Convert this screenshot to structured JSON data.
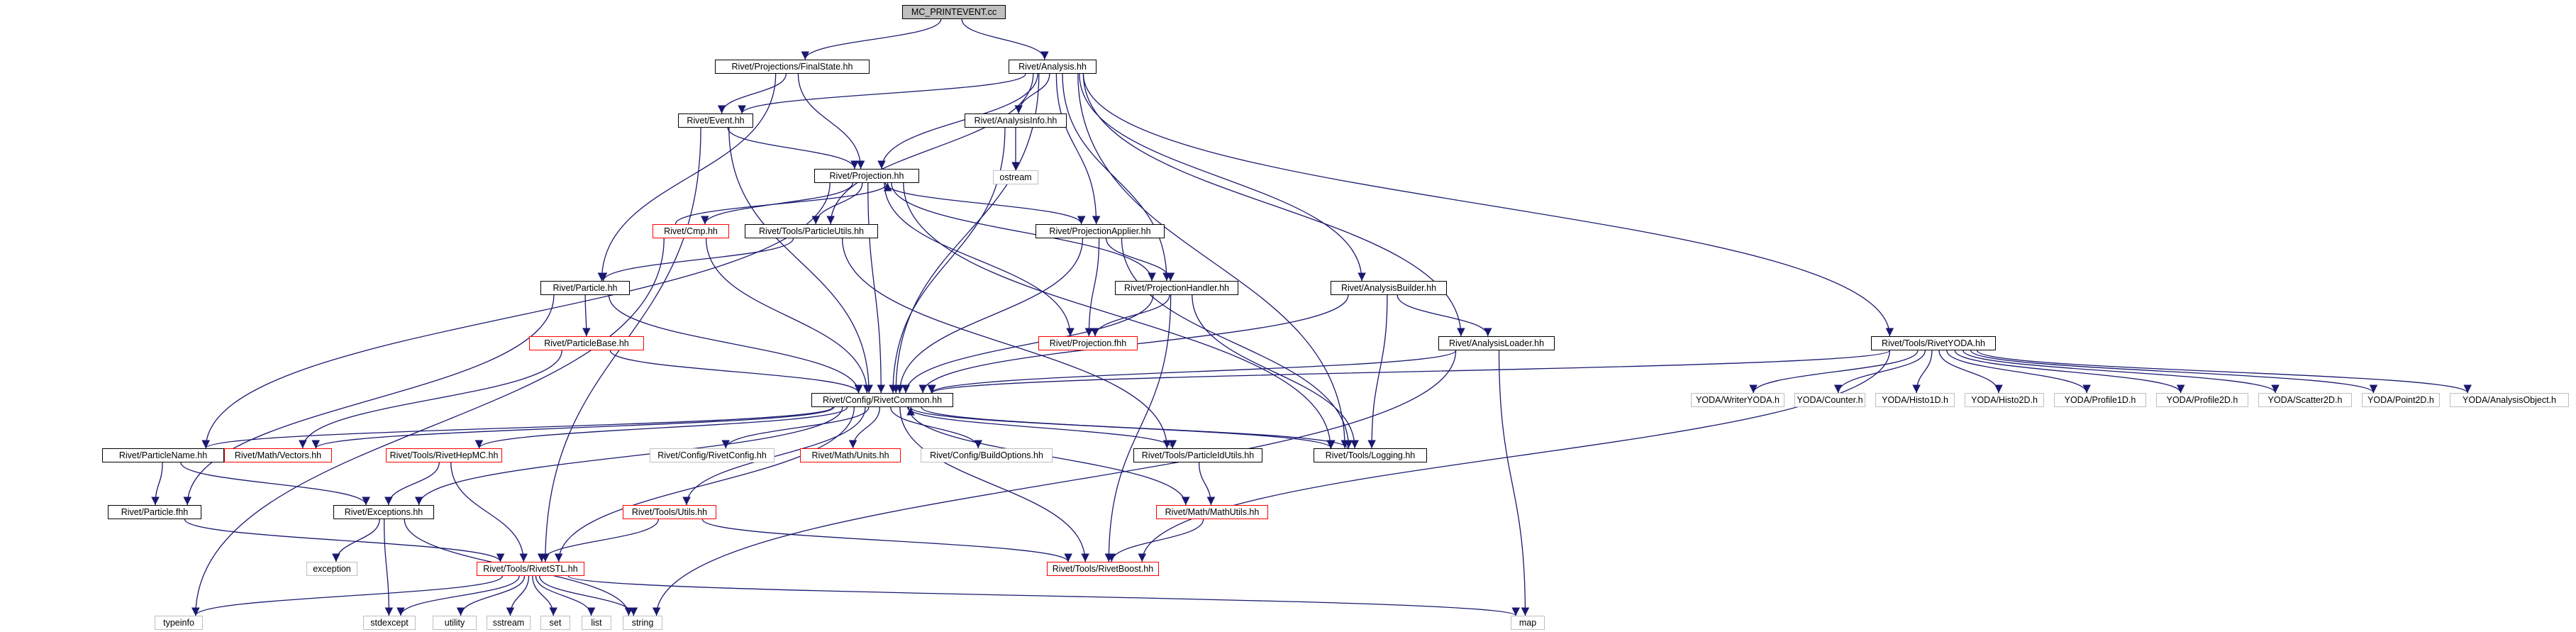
{
  "colors": {
    "edge": "#191970",
    "documented": "#000000",
    "truncated": "#ff0000",
    "external": "#bfbfbf",
    "root_fill": "#bfbfbf"
  },
  "nodes": {
    "root": "MC_PRINTEVENT.cc",
    "finalstate": "Rivet/Projections/FinalState.hh",
    "analysis": "Rivet/Analysis.hh",
    "event": "Rivet/Event.hh",
    "analysisinfo": "Rivet/AnalysisInfo.hh",
    "ostream": "ostream",
    "projection": "Rivet/Projection.hh",
    "cmp": "Rivet/Cmp.hh",
    "particleutils": "Rivet/Tools/ParticleUtils.hh",
    "projapplier": "Rivet/ProjectionApplier.hh",
    "analysisbuilder": "Rivet/AnalysisBuilder.hh",
    "particle": "Rivet/Particle.hh",
    "projhandler": "Rivet/ProjectionHandler.hh",
    "particlebase": "Rivet/ParticleBase.hh",
    "projfhh": "Rivet/Projection.fhh",
    "analysisloader": "Rivet/AnalysisLoader.hh",
    "rivetyoda": "Rivet/Tools/RivetYODA.hh",
    "rivetcommon": "Rivet/Config/RivetCommon.hh",
    "writeryoda": "YODA/WriterYODA.h",
    "counter": "YODA/Counter.h",
    "histo1d": "YODA/Histo1D.h",
    "histo2d": "YODA/Histo2D.h",
    "profile1d": "YODA/Profile1D.h",
    "profile2d": "YODA/Profile2D.h",
    "scatter2d": "YODA/Scatter2D.h",
    "point2d": "YODA/Point2D.h",
    "analysisobject": "YODA/AnalysisObject.h",
    "particlename": "Rivet/ParticleName.hh",
    "vectors": "Rivet/Math/Vectors.hh",
    "hepmc": "Rivet/Tools/RivetHepMC.hh",
    "rivetconfig": "Rivet/Config/RivetConfig.hh",
    "units": "Rivet/Math/Units.hh",
    "buildoptions": "Rivet/Config/BuildOptions.hh",
    "particleidutils": "Rivet/Tools/ParticleIdUtils.hh",
    "logging": "Rivet/Tools/Logging.hh",
    "particlefhh": "Rivet/Particle.fhh",
    "exceptions": "Rivet/Exceptions.hh",
    "toolsutils": "Rivet/Tools/Utils.hh",
    "mathutils": "Rivet/Math/MathUtils.hh",
    "exception": "exception",
    "rivetstl": "Rivet/Tools/RivetSTL.hh",
    "rivetboost": "Rivet/Tools/RivetBoost.hh",
    "typeinfo": "typeinfo",
    "stdexcept": "stdexcept",
    "utility": "utility",
    "sstream": "sstream",
    "set": "set",
    "list": "list",
    "string": "string",
    "map": "map"
  }
}
